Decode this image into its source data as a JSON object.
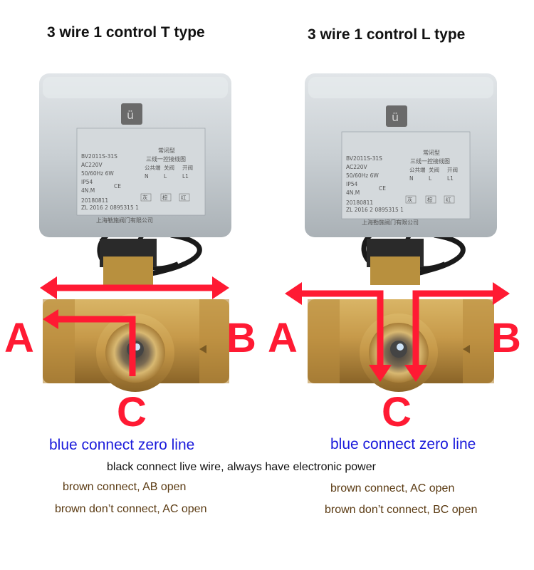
{
  "titles": {
    "left": "3 wire 1 control T type",
    "right": "3 wire 1 control L type"
  },
  "ports": {
    "a": "A",
    "b": "B",
    "c": "C"
  },
  "valve_labels": {
    "model": "BV2011S-31S",
    "voltage": "AC220V",
    "freq": "50/60Hz 6W",
    "ip": "IP54",
    "torque": "4N.M",
    "ce": "CE",
    "date": "20180811",
    "patent": "ZL 2016 2 0895315 1",
    "type_cn": "常闭型",
    "diagram_cn": "三线一控接线图",
    "col1_cn": "公共端",
    "col2_cn": "关阀",
    "col3_cn": "开阀",
    "n": "N",
    "l": "L",
    "l1": "L1",
    "wire1_cn": "灰",
    "wire2_cn": "棕",
    "wire3_cn": "红",
    "company_cn": "上海勒施阀门有限公司"
  },
  "text": {
    "blue_left": "blue connect zero line",
    "blue_right": "blue connect zero line",
    "black_line": "black connect live wire, always have electronic power",
    "brown_left_1": "brown connect, AB open",
    "brown_left_2": "brown don’t connect, AC open",
    "brown_right_1": "brown connect, AC open",
    "brown_right_2": "brown don’t connect, BC open"
  },
  "colors": {
    "arrow": "#ff1a33",
    "actuator": "#c9cfd3",
    "brass": "#c8a052",
    "blue_text": "#1a1adb",
    "brown_text": "#5a3a12"
  }
}
